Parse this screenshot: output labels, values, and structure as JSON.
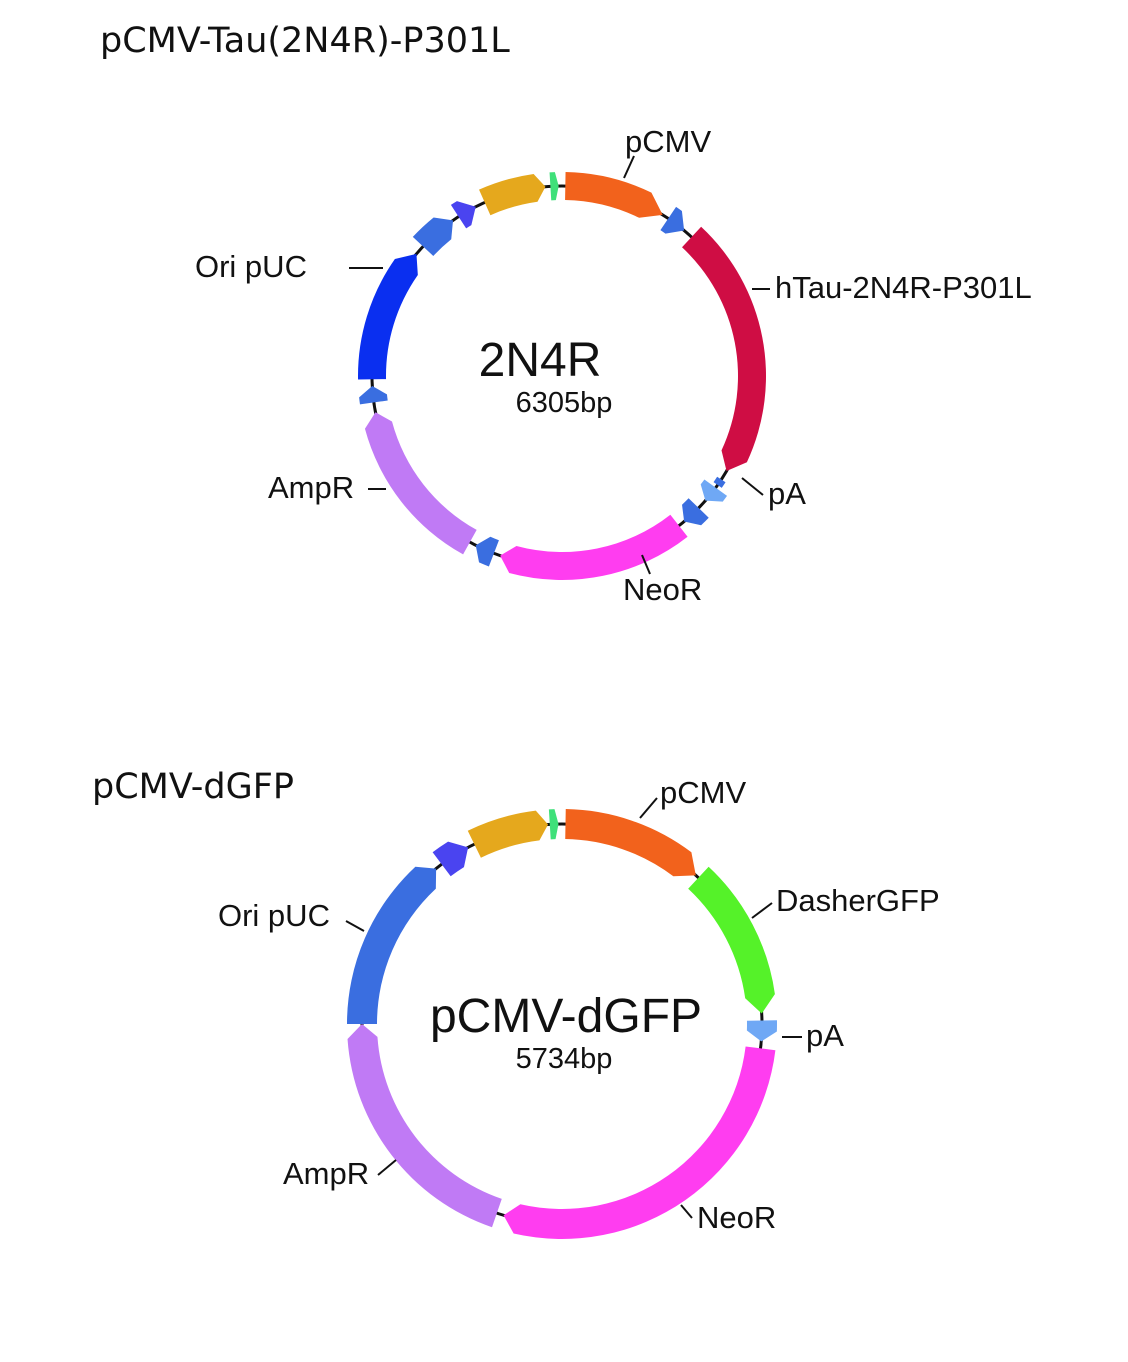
{
  "maps": [
    {
      "id": "tau",
      "title": "pCMV-Tau(2N4R)-P301L",
      "center_name": "2N4R",
      "size_label": "6305bp",
      "features": [
        {
          "name": "pCMV",
          "color": "#f2621c"
        },
        {
          "name": "small-arrow",
          "color": "#3a6ee0"
        },
        {
          "name": "hTau-2N4R-P301L",
          "color": "#cf0d44"
        },
        {
          "name": "pA-a",
          "color": "#3a6ee0"
        },
        {
          "name": "pA-b",
          "color": "#6fa8f5"
        },
        {
          "name": "small-blue",
          "color": "#3a6ee0"
        },
        {
          "name": "NeoR",
          "color": "#ff3df0"
        },
        {
          "name": "small-blue-2",
          "color": "#3a6ee0"
        },
        {
          "name": "AmpR",
          "color": "#c07af5"
        },
        {
          "name": "small-blue-3",
          "color": "#3a6ee0"
        },
        {
          "name": "Ori pUC",
          "color": "#0a2ff0"
        },
        {
          "name": "blue-block",
          "color": "#3a6ee0"
        },
        {
          "name": "purple-arrow",
          "color": "#4a44f0"
        },
        {
          "name": "yellow-block",
          "color": "#e5a81d"
        },
        {
          "name": "green-tick",
          "color": "#3fe07a"
        }
      ],
      "labels": {
        "pcmv": "pCMV",
        "htau": "hTau-2N4R-P301L",
        "pa": "pA",
        "neor": "NeoR",
        "ampr": "AmpR",
        "ori": "Ori pUC"
      }
    },
    {
      "id": "dgfp",
      "title": "pCMV-dGFP",
      "center_name": "pCMV-dGFP",
      "size_label": "5734bp",
      "features": [
        {
          "name": "pCMV",
          "color": "#f2621c"
        },
        {
          "name": "DasherGFP",
          "color": "#55f229"
        },
        {
          "name": "pA",
          "color": "#6fa8f5"
        },
        {
          "name": "NeoR",
          "color": "#ff3df0"
        },
        {
          "name": "AmpR",
          "color": "#c07af5"
        },
        {
          "name": "Ori pUC",
          "color": "#3a6ee0"
        },
        {
          "name": "purple-arrow",
          "color": "#4a44f0"
        },
        {
          "name": "yellow-block",
          "color": "#e5a81d"
        },
        {
          "name": "green-tick",
          "color": "#3fe07a"
        }
      ],
      "labels": {
        "pcmv": "pCMV",
        "dashergfp": "DasherGFP",
        "pa": "pA",
        "neor": "NeoR",
        "ampr": "AmpR",
        "ori": "Ori pUC"
      }
    }
  ]
}
